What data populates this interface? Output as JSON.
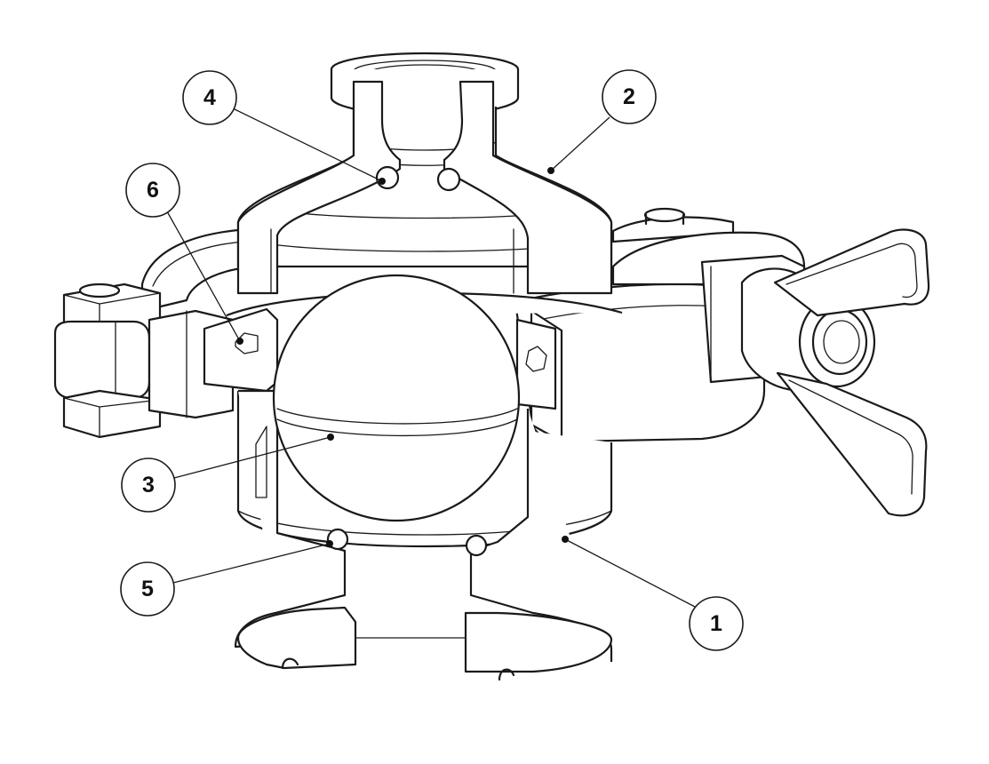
{
  "callouts": [
    {
      "id": "callout-1",
      "label": "1"
    },
    {
      "id": "callout-2",
      "label": "2"
    },
    {
      "id": "callout-3",
      "label": "3"
    },
    {
      "id": "callout-4",
      "label": "4"
    },
    {
      "id": "callout-5",
      "label": "5"
    },
    {
      "id": "callout-6",
      "label": "6"
    }
  ],
  "colors": {
    "line": "#1a1a1a",
    "background": "#ffffff"
  }
}
